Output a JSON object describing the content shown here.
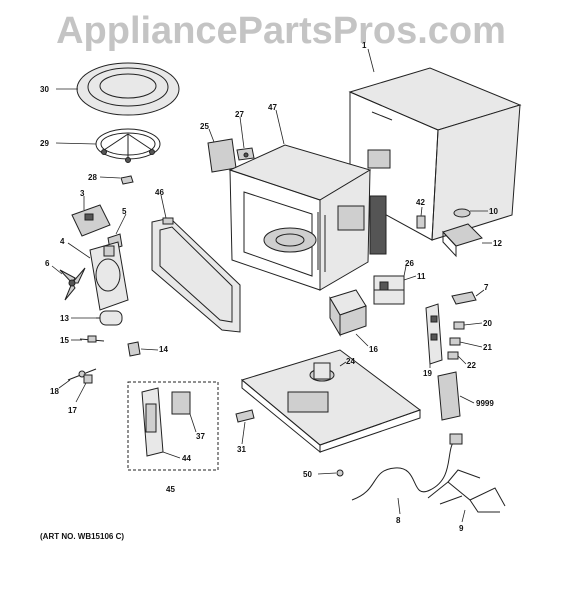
{
  "watermark": "AppliancePartsPros.com",
  "art_number": "(ART NO. WB15106 C)",
  "callouts": [
    "1",
    "3",
    "4",
    "5",
    "6",
    "7",
    "8",
    "9",
    "10",
    "11",
    "12",
    "13",
    "14",
    "15",
    "16",
    "17",
    "18",
    "19",
    "20",
    "21",
    "22",
    "24",
    "25",
    "26",
    "27",
    "28",
    "29",
    "30",
    "31",
    "37",
    "42",
    "44",
    "45",
    "46",
    "47",
    "50",
    "9999"
  ]
}
